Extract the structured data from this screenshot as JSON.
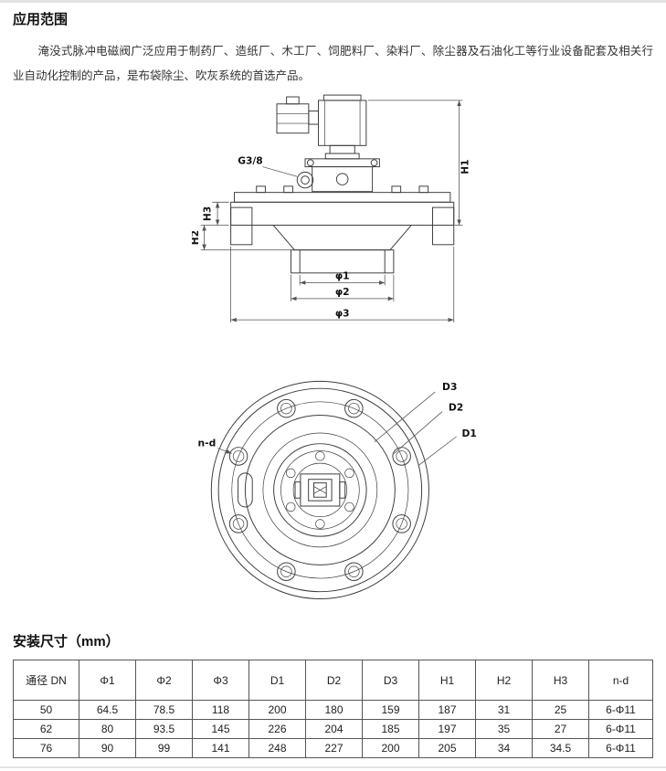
{
  "page": {
    "title": "应用范围",
    "intro": "淹没式脉冲电磁阀广泛应用于制药厂、造纸厂、木工厂、饲肥料厂、染料厂、除尘器及石油化工等行业设备配套及相关行业自动化控制的产品，是布袋除尘、吹灰系统的首选产品。",
    "dimensions_title": "安装尺寸（mm）"
  },
  "side_view": {
    "labels": {
      "port": "G3/8",
      "h1": "H1",
      "h2": "H2",
      "h3": "H3",
      "phi1": "φ1",
      "phi2": "φ2",
      "phi3": "φ3"
    }
  },
  "top_view": {
    "labels": {
      "nd": "n-d",
      "d1": "D1",
      "d2": "D2",
      "d3": "D3"
    }
  },
  "table": {
    "headers": [
      "通径 DN",
      "Φ1",
      "Φ2",
      "Φ3",
      "D1",
      "D2",
      "D3",
      "H1",
      "H2",
      "H3",
      "n-d"
    ],
    "rows": [
      [
        "50",
        "64.5",
        "78.5",
        "118",
        "200",
        "180",
        "159",
        "187",
        "31",
        "25",
        "6-Φ11"
      ],
      [
        "62",
        "80",
        "93.5",
        "145",
        "226",
        "204",
        "185",
        "197",
        "35",
        "27",
        "6-Φ11"
      ],
      [
        "76",
        "90",
        "99",
        "141",
        "248",
        "227",
        "200",
        "205",
        "34",
        "34.5",
        "6-Φ11"
      ]
    ]
  }
}
